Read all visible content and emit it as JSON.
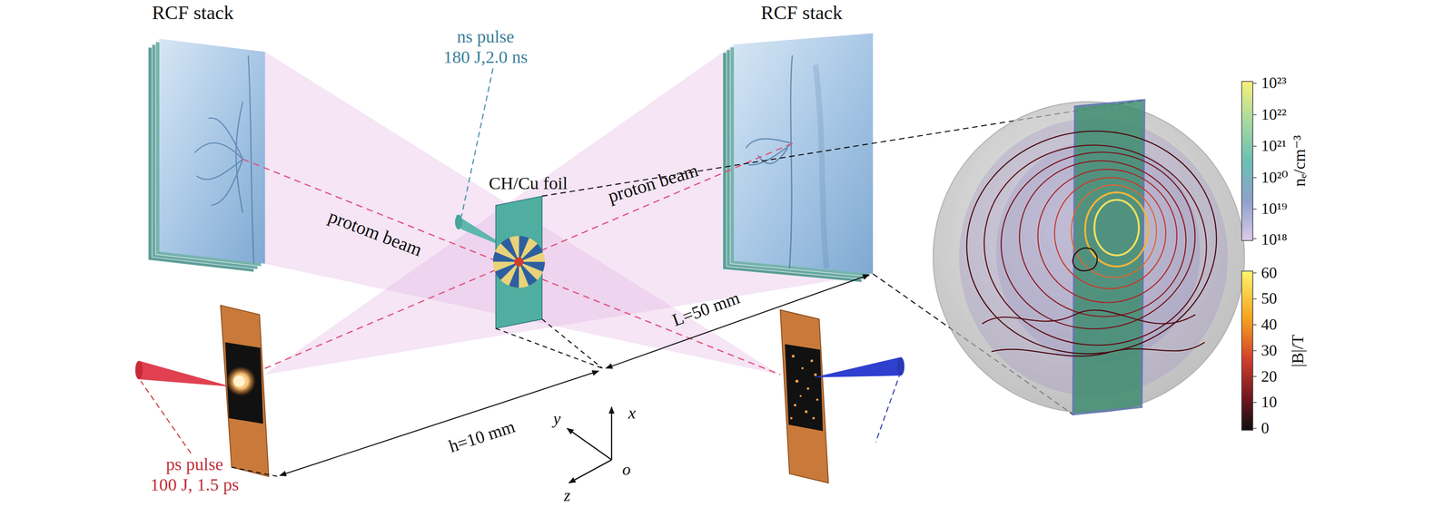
{
  "diagram": {
    "labels": [
      "RCF stack",
      "RCF stack",
      "ns pulse",
      "180 J,2.0 ns",
      "CH/Cu foil",
      "protom beam",
      "proton beam",
      "10²³",
      "10²²",
      "10²¹",
      "10²⁰",
      "10¹⁹",
      "10¹⁸",
      "nₑ/cm⁻³",
      "60",
      "50",
      "40",
      "30",
      "20",
      "10",
      "0",
      "|B|/T",
      "L=50 mm",
      "h=10 mm",
      "y",
      "x",
      "z",
      "o",
      "ps pulse",
      "100 J, 1.5 ps"
    ]
  }
}
